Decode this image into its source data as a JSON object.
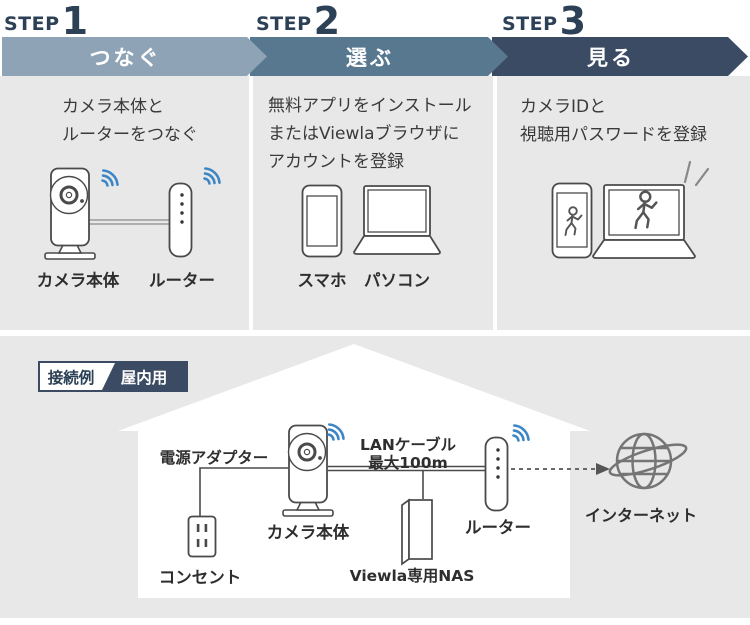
{
  "steps": [
    {
      "step_label": "STEP",
      "number": "1",
      "banner": "つなぐ",
      "lines": [
        "カメラ本体と",
        "ルーターをつなぐ"
      ],
      "captions": [
        "カメラ本体",
        "ルーター"
      ]
    },
    {
      "step_label": "STEP",
      "number": "2",
      "banner": "選ぶ",
      "lines": [
        "無料アプリをインストール",
        "またはViewlaブラウザに",
        "アカウントを登録"
      ],
      "captions": [
        "スマホ",
        "パソコン"
      ]
    },
    {
      "step_label": "STEP",
      "number": "3",
      "banner": "見る",
      "lines": [
        "カメラIDと",
        "視聴用パスワードを登録"
      ],
      "captions": []
    }
  ],
  "example": {
    "badge": {
      "left": "接続例",
      "right": "屋内用"
    },
    "labels": {
      "power_adapter": "電源アダプター",
      "camera": "カメラ本体",
      "lan_line1": "LANケーブル",
      "lan_line2": "最大100m",
      "outlet": "コンセント",
      "nas": "Viewla専用NAS",
      "router": "ルーター",
      "internet": "インターネット"
    }
  },
  "colors": {
    "banner1": "#8fa3b6",
    "banner2": "#587890",
    "banner3": "#3b4b63",
    "step_text": "#2d4156",
    "wifi_blue": "#3d86c6",
    "panel_bg": "#e8e8e8",
    "text": "#3a3a3a"
  }
}
